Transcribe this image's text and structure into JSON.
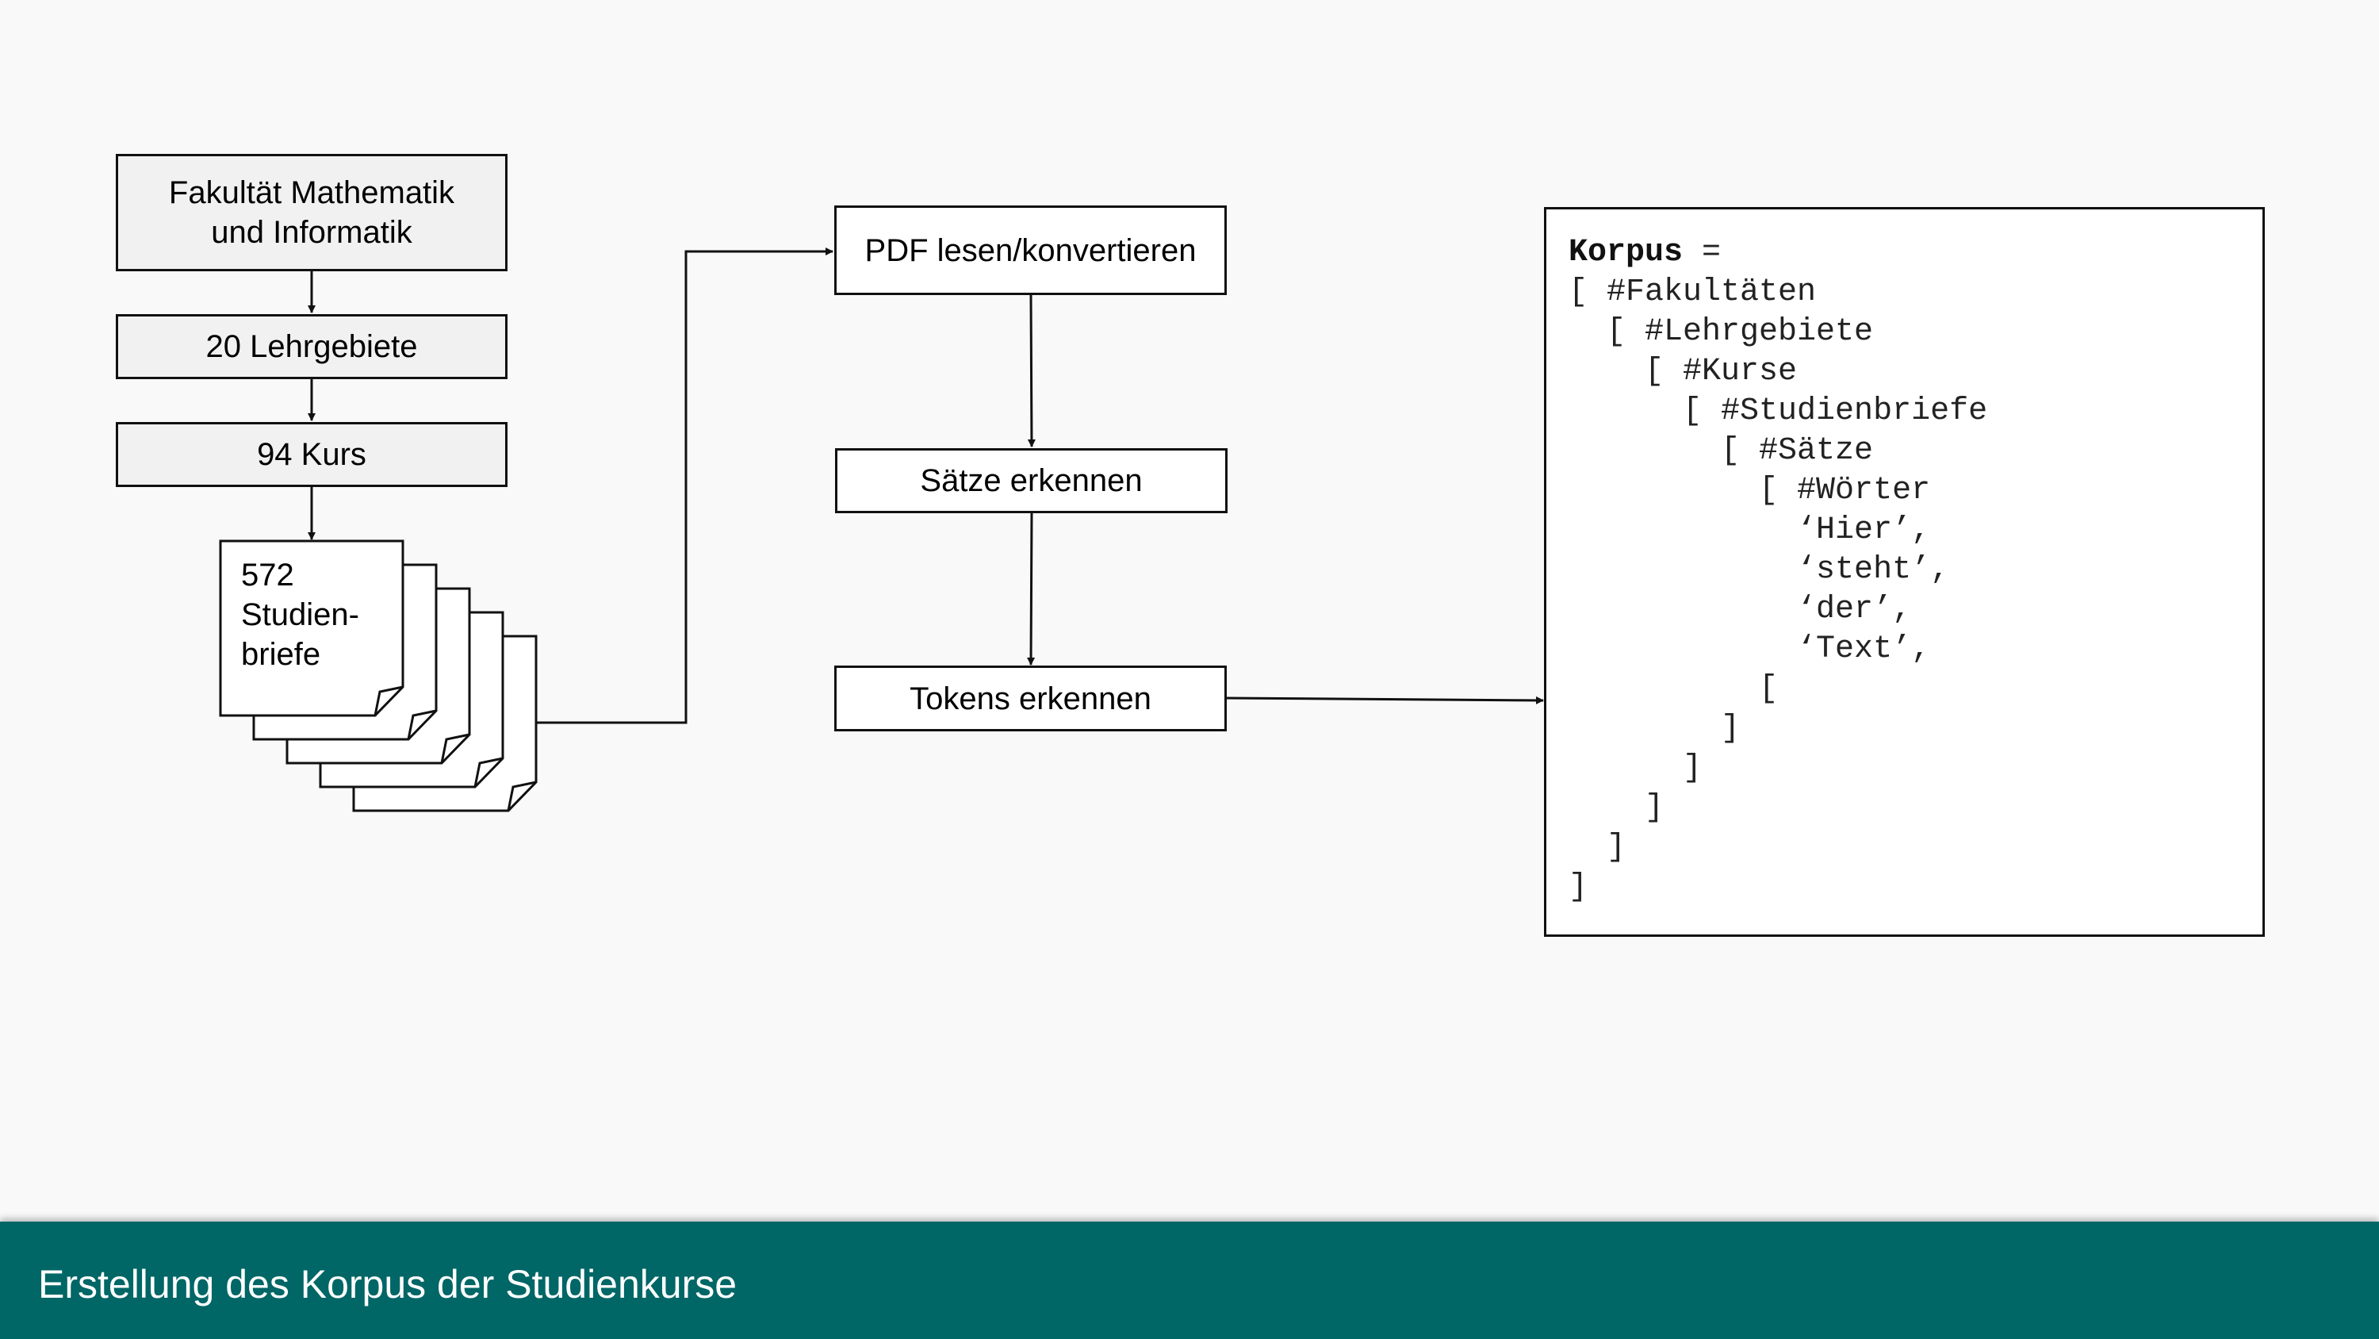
{
  "diagram": {
    "faculty_box": {
      "line1": "Fakultät Mathematik",
      "line2": "und Informatik"
    },
    "subjects_box": "20 Lehrgebiete",
    "courses_box": "94 Kurs",
    "documents": {
      "line1": "572",
      "line2": "Studien-",
      "line3": "briefe"
    },
    "pdf_box": "PDF lesen/konvertieren",
    "sentences_box": "Sätze erkennen",
    "tokens_box": "Tokens erkennen"
  },
  "korpus": {
    "name": "Korpus",
    "lines": [
      " =",
      "[ #Fakultäten",
      "  [ #Lehrgebiete",
      "    [ #Kurse",
      "      [ #Studienbriefe",
      "        [ #Sätze",
      "          [ #Wörter",
      "            ‘Hier’,",
      "            ‘steht’,",
      "            ‘der’,",
      "            ‘Text’,",
      "          [",
      "        ]",
      "      ]",
      "    ]",
      "  ]",
      "]"
    ]
  },
  "footer": {
    "title": "Erstellung des Korpus der Studienkurse"
  },
  "colors": {
    "footer_background": "#006666",
    "box_gray": "#f1f1f1",
    "line": "#111111"
  }
}
